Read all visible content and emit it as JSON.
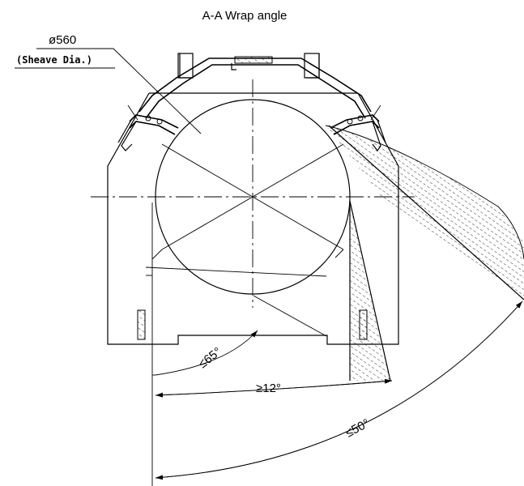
{
  "title": "A-A Wrap angle",
  "sheave": {
    "diameter_label": "ø560",
    "note": "(Sheave Dia.)"
  },
  "angles": {
    "max_65": "≤65°",
    "min_12": "≥12°",
    "max_50": "≤50°"
  }
}
